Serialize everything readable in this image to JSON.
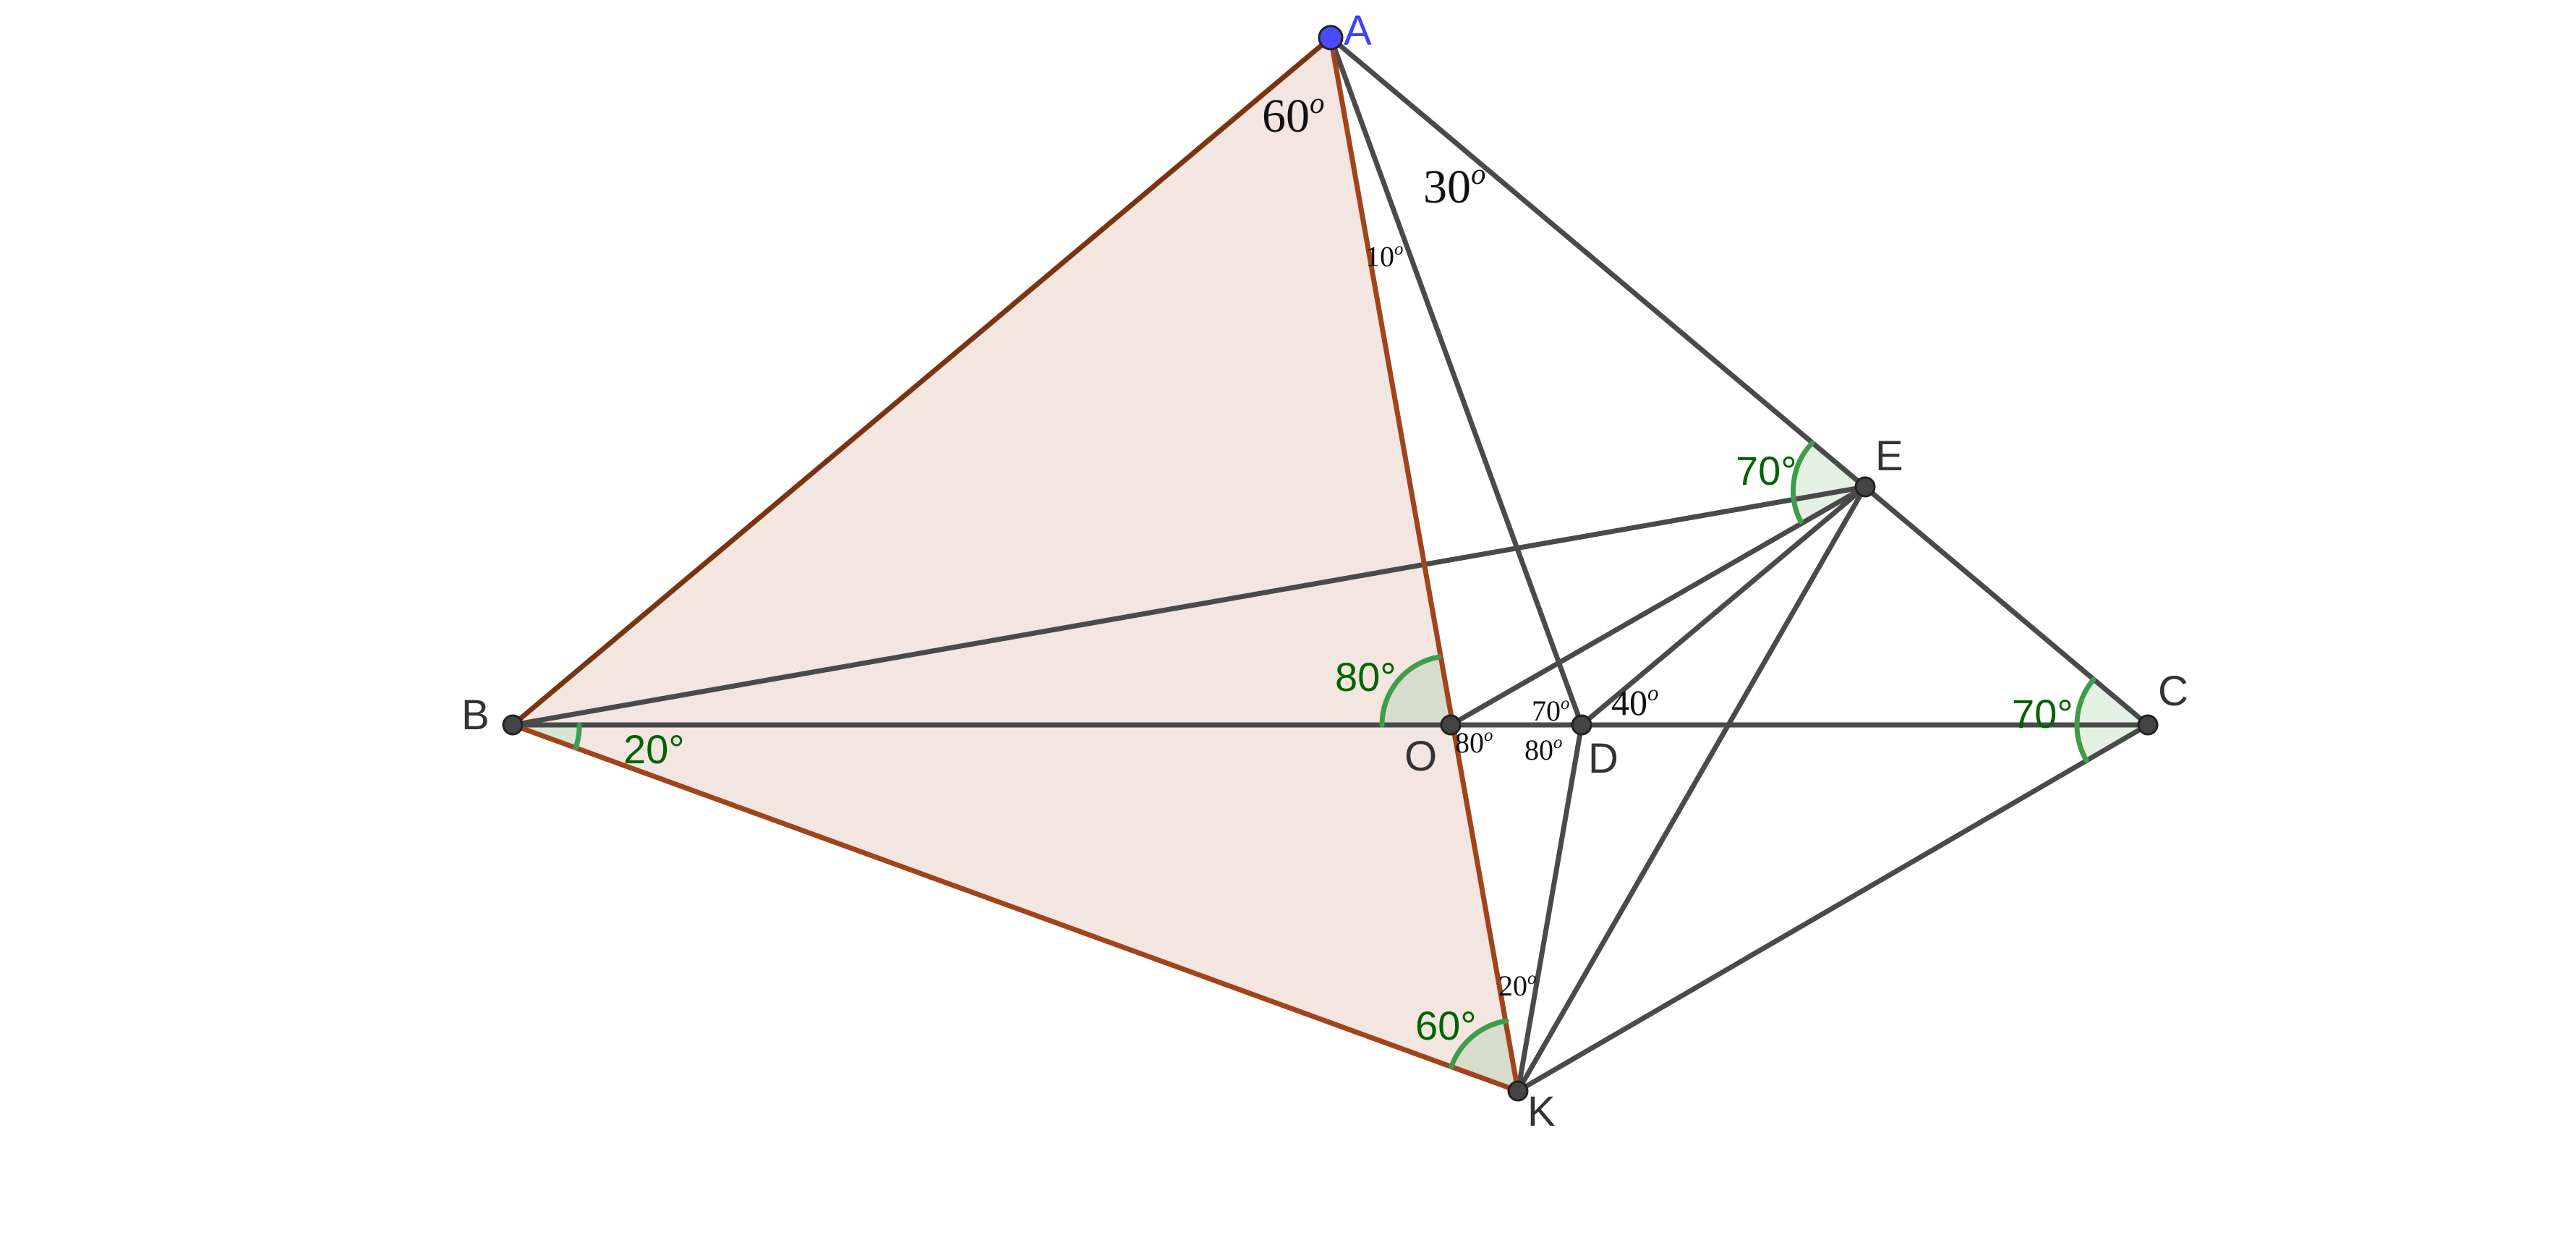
{
  "points": {
    "A": {
      "label": "A"
    },
    "B": {
      "label": "B"
    },
    "C": {
      "label": "C"
    },
    "D": {
      "label": "D"
    },
    "E": {
      "label": "E"
    },
    "K": {
      "label": "K"
    },
    "O": {
      "label": "O"
    }
  },
  "angle_marks": {
    "B": {
      "value": "20",
      "unit": "°"
    },
    "O": {
      "value": "80",
      "unit": "°"
    },
    "K": {
      "value": "60",
      "unit": "°"
    },
    "E": {
      "value": "70",
      "unit": "°"
    },
    "C": {
      "value": "70",
      "unit": "°"
    }
  },
  "angle_texts": {
    "a60": {
      "value": "60",
      "unit": "o"
    },
    "a30": {
      "value": "30",
      "unit": "o"
    },
    "a10": {
      "value": "10",
      "unit": "o"
    },
    "d70": {
      "value": "70",
      "unit": "o"
    },
    "d40": {
      "value": "40",
      "unit": "o"
    },
    "o80": {
      "value": "80",
      "unit": "o"
    },
    "d80": {
      "value": "80",
      "unit": "o"
    },
    "k20": {
      "value": "20",
      "unit": "o"
    }
  },
  "colors": {
    "line": "#4a4a4a",
    "triangle_edge": "#a0441c",
    "triangle_fill": "#f3e5e0",
    "angle_arc": "#3f9c4a",
    "angle_fill": "#e3f1e3",
    "point_fill": "#444444",
    "point_a_fill": "#4a4aff"
  }
}
